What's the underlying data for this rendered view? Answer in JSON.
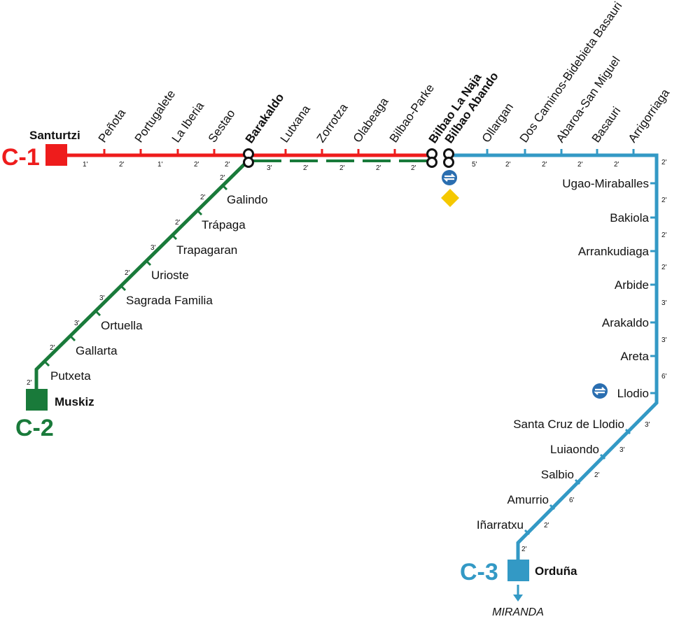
{
  "colors": {
    "c1": "#ee1c1c",
    "c2": "#197a3a",
    "c3": "#3399c5",
    "diamond": "#f5c800",
    "renfe": "#2a6eb0"
  },
  "lines": {
    "c1": {
      "label": "C-1"
    },
    "c2": {
      "label": "C-2"
    },
    "c3": {
      "label": "C-3"
    }
  },
  "terminals": {
    "santurtzi": "Santurtzi",
    "muskiz": "Muskiz",
    "orduna": "Orduña"
  },
  "interchanges": {
    "barakaldo": "Barakaldo",
    "bilbao_la_naja": "Bilbao La Naja",
    "bilbao_abando": "Bilbao Abando"
  },
  "c1_stations": [
    "Peñota",
    "Portugalete",
    "La Iberia",
    "Sestao"
  ],
  "c1_times": [
    "1'",
    "2'",
    "1'",
    "2'",
    "2'"
  ],
  "trunk_stations": [
    "Lutxana",
    "Zorrotza",
    "Olabeaga",
    "Bilbao-Parke"
  ],
  "trunk_times": [
    "3'",
    "2'",
    "2'",
    "2'",
    "2'"
  ],
  "c2_stations": [
    "Galindo",
    "Trápaga",
    "Trapagaran",
    "Urioste",
    "Sagrada Familia",
    "Ortuella",
    "Gallarta",
    "Putxeta"
  ],
  "c2_times": [
    "2'",
    "2'",
    "2'",
    "3'",
    "2'",
    "3'",
    "3'",
    "2'",
    "2'"
  ],
  "c3_top_stations": [
    "Ollargan",
    "Dos Caminos-Bidebieta Basauri",
    "Abaroa-San Miguel",
    "Basauri",
    "Arrigorriaga"
  ],
  "c3_top_times": [
    "5'",
    "2'",
    "2'",
    "2'",
    "2'"
  ],
  "c3_right_stations": [
    "Ugao-Miraballes",
    "Bakiola",
    "Arrankudiaga",
    "Arbide",
    "Arakaldo",
    "Areta",
    "Llodio"
  ],
  "c3_right_times": [
    "2'",
    "2'",
    "2'",
    "2'",
    "3'",
    "3'",
    "6'"
  ],
  "c3_diag_stations": [
    "Santa Cruz de Llodio",
    "Luiaondo",
    "Salbio",
    "Amurrio",
    "Iñarratxu"
  ],
  "c3_diag_times": [
    "3'",
    "3'",
    "2'",
    "6'",
    "2'",
    "2'"
  ],
  "extension": "MIRANDA",
  "icons": {
    "renfe_abando": "renfe-logo-icon",
    "renfe_llodio": "renfe-logo-icon",
    "diamond": "yellow-diamond-icon",
    "arrow": "arrow-down-icon"
  }
}
